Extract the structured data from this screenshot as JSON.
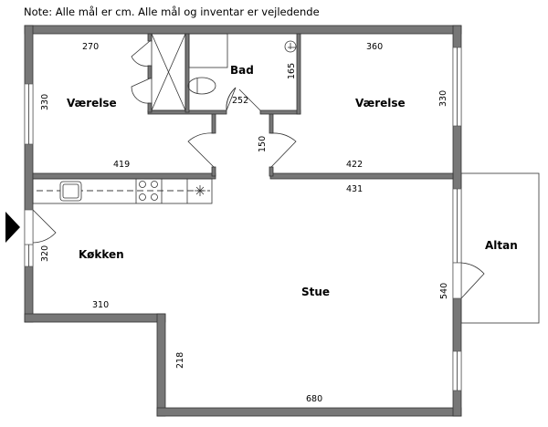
{
  "note": "Note: Alle mål er cm. Alle mål og inventar er vejledende",
  "rooms": {
    "vaerelse_left": "Værelse",
    "bad": "Bad",
    "vaerelse_right": "Værelse",
    "kokken": "Køkken",
    "stue": "Stue",
    "altan": "Altan"
  },
  "dimensions": {
    "d270": "270",
    "d330_left": "330",
    "d419": "419",
    "d252": "252",
    "d165": "165",
    "d150": "150",
    "d360": "360",
    "d330_right": "330",
    "d422": "422",
    "d431": "431",
    "d320": "320",
    "d310": "310",
    "d218": "218",
    "d680": "680",
    "d540": "540"
  },
  "colors": {
    "wall": "#777777",
    "entrance_marker": "#000000"
  }
}
